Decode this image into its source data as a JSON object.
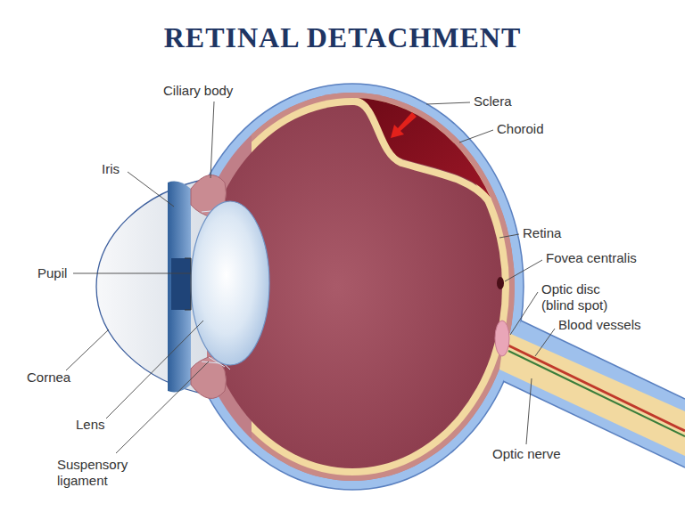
{
  "diagram": {
    "title": "RETINAL DETACHMENT",
    "labels": [
      "Ciliary body",
      "Sclera",
      "Choroid",
      "Iris",
      "Retina",
      "Fovea centralis",
      "Pupil",
      "Optic disc (blind spot)",
      "Blood vessels",
      "Cornea",
      "Lens",
      "Suspensory ligament",
      "Optic nerve"
    ]
  }
}
